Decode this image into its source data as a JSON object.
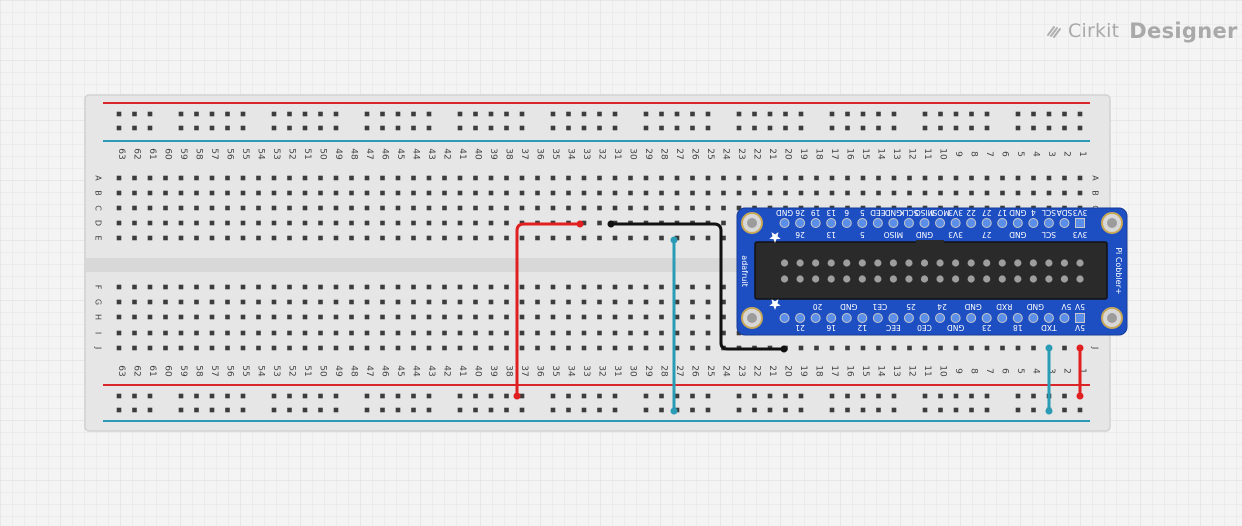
{
  "brand": {
    "name_part1": "Cirkit",
    "name_part2": "Designer",
    "icon": "cirkit-logo-icon"
  },
  "breadboard": {
    "columns": 63,
    "rows_top": [
      "A",
      "B",
      "C",
      "D",
      "E"
    ],
    "rows_bottom": [
      "F",
      "G",
      "H",
      "I",
      "J"
    ],
    "rail_colors": {
      "positive": "#d9262a",
      "negative": "#2b9ab7"
    }
  },
  "cobbler": {
    "title": "Pi Cobbler+",
    "brand": "adafruit",
    "top_upper_labels": [
      "3V3",
      "SDA",
      "SCL",
      "4",
      "GND",
      "17",
      "27",
      "22",
      "3V3",
      "MOSI",
      "MISO",
      "SCLK",
      "GND",
      "EED",
      "5",
      "6",
      "13",
      "19",
      "26",
      "GND"
    ],
    "top_lower_labels": [
      "3V3",
      "SCL",
      "GND",
      "27",
      "3V3",
      "GND",
      "MISO",
      "5",
      "13",
      "26"
    ],
    "bottom_upper_labels": [
      "5V",
      "GND",
      "RXD",
      "GND",
      "24",
      "25",
      "CE1",
      "GND",
      "20"
    ],
    "bottom_lower_labels": [
      "5V",
      "TXD",
      "18",
      "23",
      "GND",
      "CE0",
      "EEC",
      "12",
      "16",
      "21"
    ]
  },
  "wires": [
    {
      "name": "red-wire-left",
      "color": "#e02020"
    },
    {
      "name": "black-wire",
      "color": "#111111"
    },
    {
      "name": "teal-wire-mid",
      "color": "#2a9cb5"
    },
    {
      "name": "teal-wire-right",
      "color": "#2a9cb5"
    },
    {
      "name": "red-wire-right",
      "color": "#e02020"
    }
  ]
}
